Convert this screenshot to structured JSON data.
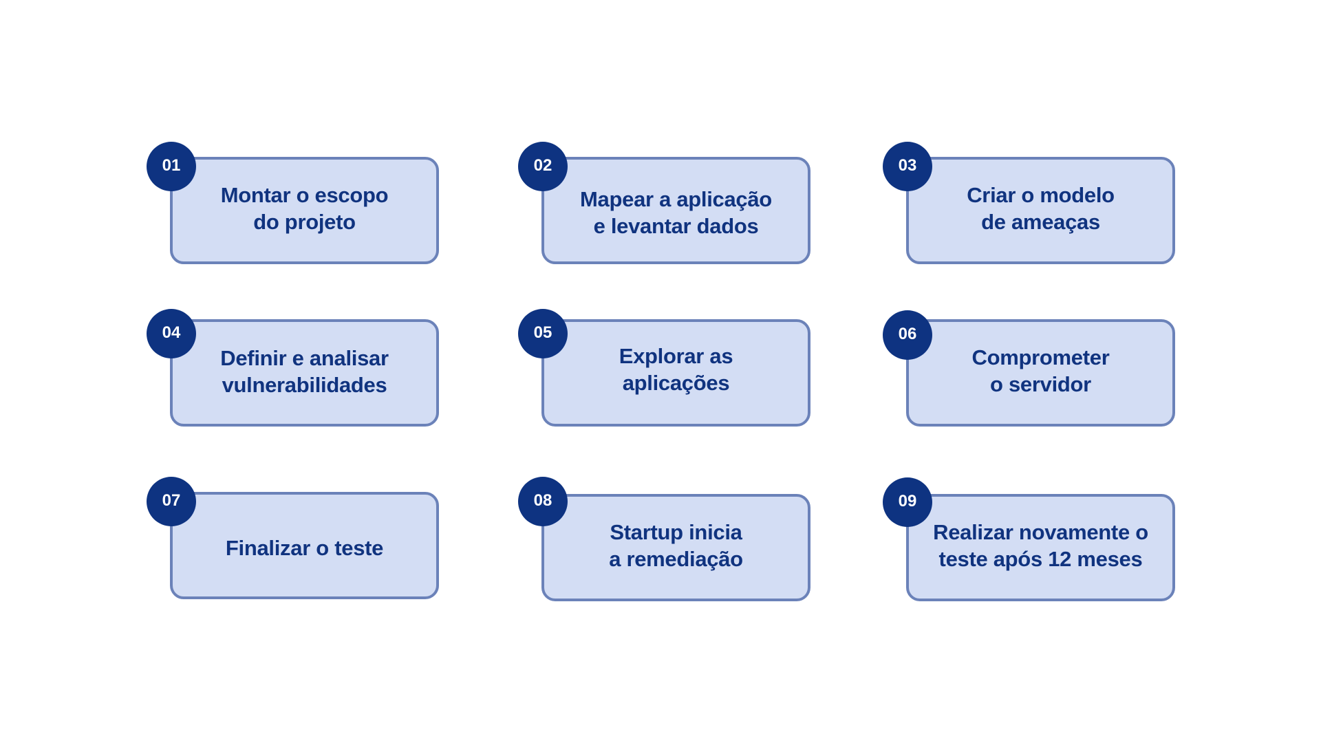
{
  "diagram": {
    "colors": {
      "badge_fill": "#0e3381",
      "badge_text": "#ffffff",
      "box_fill": "#d3ddf4",
      "box_border": "#6b82b9",
      "label_text": "#10337f",
      "background": "#ffffff"
    },
    "steps": [
      {
        "number": "01",
        "label": "Montar o escopo\ndo projeto"
      },
      {
        "number": "02",
        "label": "Mapear a aplicação\ne levantar dados"
      },
      {
        "number": "03",
        "label": "Criar o modelo\nde ameaças"
      },
      {
        "number": "04",
        "label": "Definir e analisar\nvulnerabilidades"
      },
      {
        "number": "05",
        "label": "Explorar as\naplicações"
      },
      {
        "number": "06",
        "label": "Comprometer\no servidor"
      },
      {
        "number": "07",
        "label": "Finalizar o teste"
      },
      {
        "number": "08",
        "label": "Startup inicia\na remediação"
      },
      {
        "number": "09",
        "label": "Realizar novamente o\nteste após 12 meses"
      }
    ]
  }
}
